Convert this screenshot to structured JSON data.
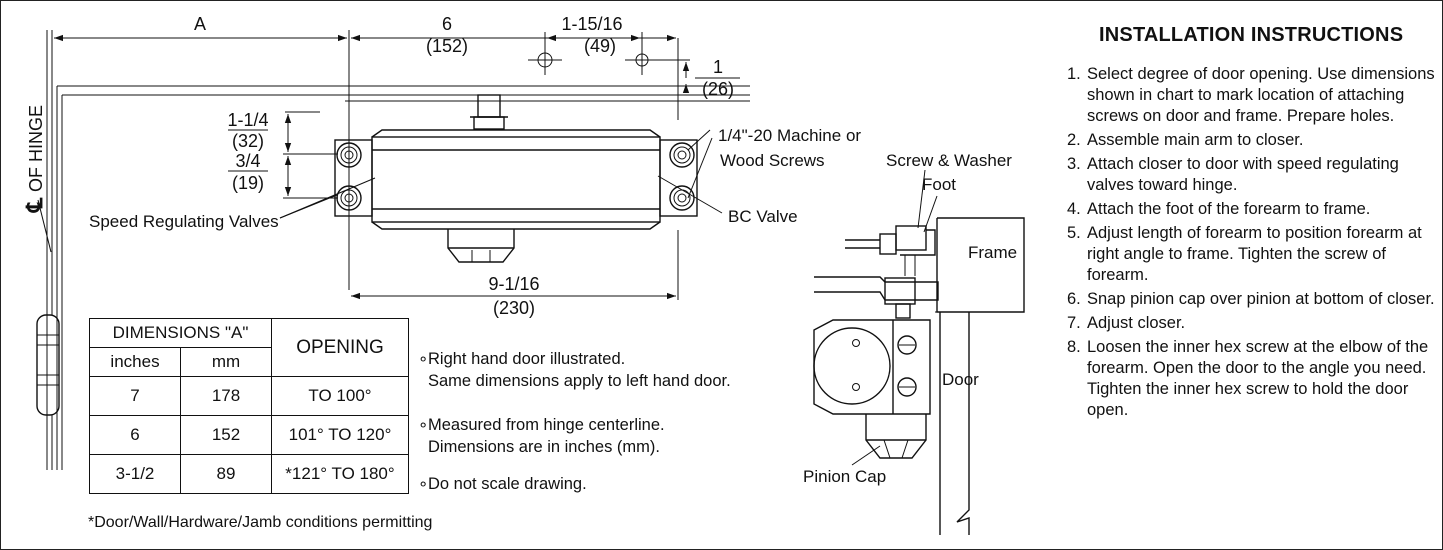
{
  "dimensions": {
    "A": "A",
    "d6": "6",
    "d6mm": "(152)",
    "d1_15_16": "1-15/16",
    "d1_15_16mm": "(49)",
    "d1": "1",
    "d1mm": "(26)",
    "d1_1_4": "1-1/4",
    "d1_1_4mm": "(32)",
    "d3_4": "3/4",
    "d3_4mm": "(19)",
    "d9_1_16": "9-1/16",
    "d9_1_16mm": "(230)"
  },
  "labels": {
    "hinge": "OF HINGE",
    "centerline_symbol": "℄",
    "screws_line1": "1/4\"-20 Machine or",
    "screws_line2": "Wood Screws",
    "speed_valves": "Speed Regulating Valves",
    "bc_valve": "BC Valve",
    "screw_washer": "Screw & Washer",
    "foot": "Foot",
    "frame": "Frame",
    "door": "Door",
    "pinion_cap": "Pinion Cap"
  },
  "table": {
    "header_dim": "DIMENSIONS \"A\"",
    "header_opening": "OPENING",
    "header_inches": "inches",
    "header_mm": "mm",
    "rows": [
      {
        "inches": "7",
        "mm": "178",
        "opening": "TO 100°"
      },
      {
        "inches": "6",
        "mm": "152",
        "opening": "101° TO 120°"
      },
      {
        "inches": "3-1/2",
        "mm": "89",
        "opening": "*121° TO 180°"
      }
    ]
  },
  "notes": {
    "n1_line1": "Right hand door illustrated.",
    "n1_line2": "Same dimensions apply to left hand door.",
    "n2_line1": "Measured from hinge centerline.",
    "n2_line2": "Dimensions are in inches (mm).",
    "n3": "Do not scale drawing.",
    "bullet": "∘"
  },
  "footnote": "*Door/Wall/Hardware/Jamb conditions permitting",
  "instructions": {
    "title": "INSTALLATION INSTRUCTIONS",
    "steps": [
      {
        "num": "1.",
        "text": "Select degree of door opening. Use dimensions shown in chart to mark location of attaching screws on door and frame. Prepare holes."
      },
      {
        "num": "2.",
        "text": "Assemble main arm to closer."
      },
      {
        "num": "3.",
        "text": "Attach closer to door with speed regulating valves toward hinge."
      },
      {
        "num": "4.",
        "text": "Attach the foot of the forearm to frame."
      },
      {
        "num": "5.",
        "text": "Adjust length of forearm to position forearm at right angle to frame. Tighten the screw of forearm."
      },
      {
        "num": "6.",
        "text": "Snap pinion cap over pinion at bottom of closer."
      },
      {
        "num": "7.",
        "text": "Adjust closer."
      },
      {
        "num": "8.",
        "text": "Loosen the inner hex screw at the elbow of the forearm. Open the door to the angle you need. Tighten the inner hex screw to hold the door open."
      }
    ]
  }
}
